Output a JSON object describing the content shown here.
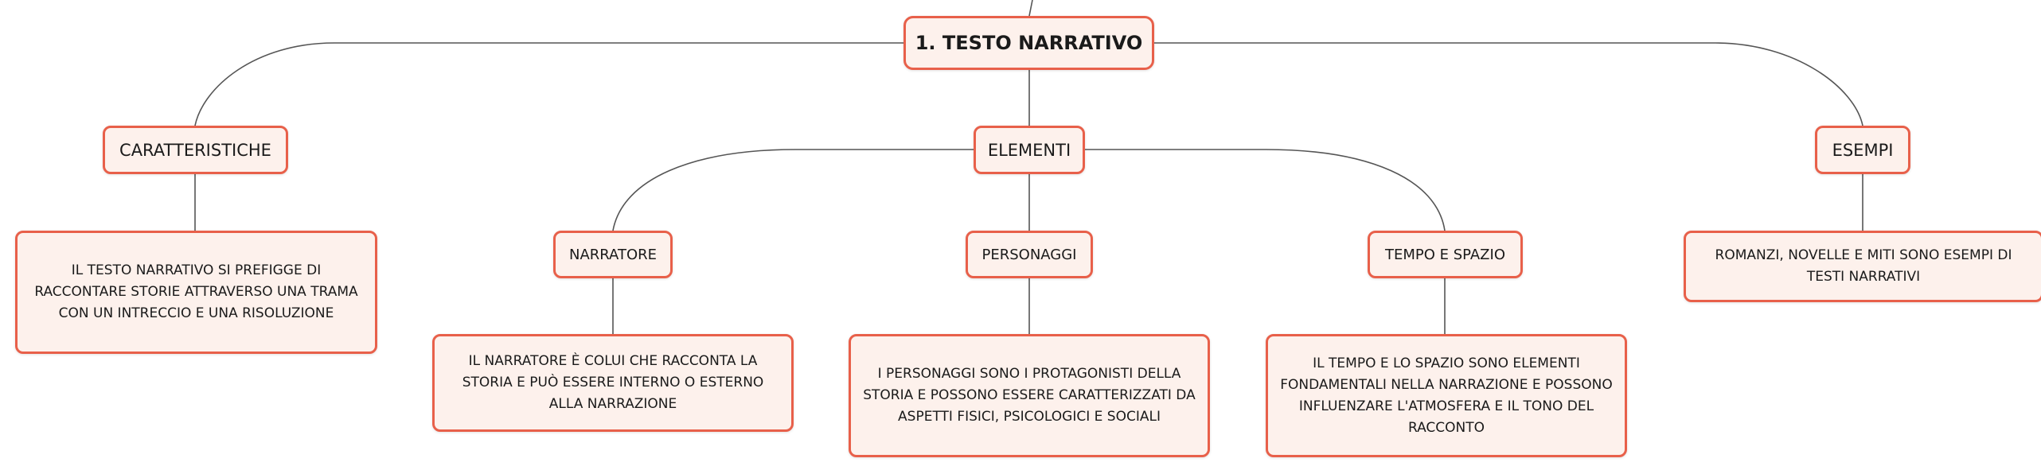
{
  "root": {
    "label": "1. TESTO NARRATIVO"
  },
  "caratteristiche": {
    "label": "CARATTERISTICHE",
    "detail": "IL TESTO NARRATIVO SI PREFIGGE DI RACCONTARE STORIE ATTRAVERSO UNA TRAMA CON UN INTRECCIO E UNA RISOLUZIONE"
  },
  "elementi": {
    "label": "ELEMENTI",
    "narratore": {
      "label": "NARRATORE",
      "detail": "IL NARRATORE È COLUI CHE RACCONTA LA STORIA E PUÒ ESSERE INTERNO O ESTERNO ALLA NARRAZIONE"
    },
    "personaggi": {
      "label": "PERSONAGGI",
      "detail": "I PERSONAGGI SONO I PROTAGONISTI DELLA STORIA E POSSONO ESSERE CARATTERIZZATI DA ASPETTI FISICI, PSICOLOGICI E SOCIALI"
    },
    "tempo_spazio": {
      "label": "TEMPO E SPAZIO",
      "detail": "IL TEMPO E LO SPAZIO SONO ELEMENTI FONDAMENTALI NELLA NARRAZIONE E POSSONO INFLUENZARE L'ATMOSFERA E IL TONO DEL RACCONTO"
    }
  },
  "esempi": {
    "label": "ESEMPI",
    "detail": "ROMANZI, NOVELLE E MITI SONO ESEMPI DI TESTI NARRATIVI"
  },
  "colors": {
    "node_border": "#e8604a",
    "node_fill": "#fdf1ec",
    "link": "#555555"
  }
}
